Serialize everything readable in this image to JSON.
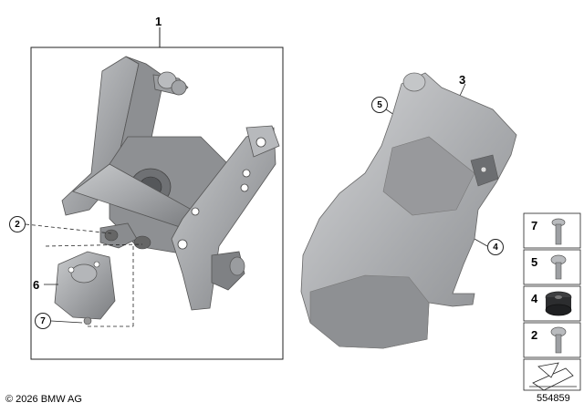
{
  "callouts": {
    "part1": "1",
    "part2": "2",
    "part3": "3",
    "part4": "4",
    "part5": "5",
    "part6": "6",
    "part7": "7"
  },
  "legend": [
    {
      "num": "7",
      "icon": "screw-icon"
    },
    {
      "num": "5",
      "icon": "screw-icon"
    },
    {
      "num": "4",
      "icon": "grommet-icon"
    },
    {
      "num": "2",
      "icon": "screw-icon"
    }
  ],
  "footer": {
    "copyright": "© 2026 BMW AG",
    "diagram_id": "554859"
  },
  "colors": {
    "part_fill": "#a7a9ac",
    "part_dark": "#6d6f72",
    "part_light": "#cfd1d3",
    "line": "#222222"
  }
}
